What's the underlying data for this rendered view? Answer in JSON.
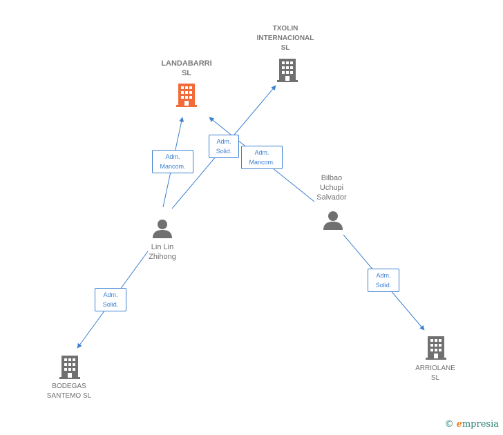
{
  "nodes": {
    "landabarri": {
      "label": "LANDABARRI\nSL",
      "type": "company",
      "highlight": true,
      "color": "#f26b3a"
    },
    "txolin": {
      "label": "TXOLIN\nINTERNACIONAL\nSL",
      "type": "company",
      "highlight": false,
      "color": "#6f6f6f"
    },
    "bodegas": {
      "label": "BODEGAS\nSANTEMO  SL",
      "type": "company",
      "highlight": false,
      "color": "#6f6f6f"
    },
    "arriolane": {
      "label": "ARRIOLANE\nSL",
      "type": "company",
      "highlight": false,
      "color": "#6f6f6f"
    },
    "linlin": {
      "label": "Lin Lin\nZhihong",
      "type": "person",
      "color": "#6f6f6f"
    },
    "bilbao": {
      "label": "Bilbao\nUchupi\nSalvador",
      "type": "person",
      "color": "#6f6f6f"
    }
  },
  "edges": {
    "linlin_landabarri": {
      "label": "Adm.\nMancom."
    },
    "linlin_txolin": {
      "label": "Adm.\nSolid."
    },
    "bilbao_landabarri": {
      "label": "Adm.\nMancom."
    },
    "linlin_bodegas": {
      "label": "Adm.\nSolid."
    },
    "bilbao_arriolane": {
      "label": "Adm.\nSolid."
    }
  },
  "edge_color": "#3a7fd0",
  "brand": {
    "copyright": "©",
    "initial": "e",
    "rest": "mpresia"
  }
}
